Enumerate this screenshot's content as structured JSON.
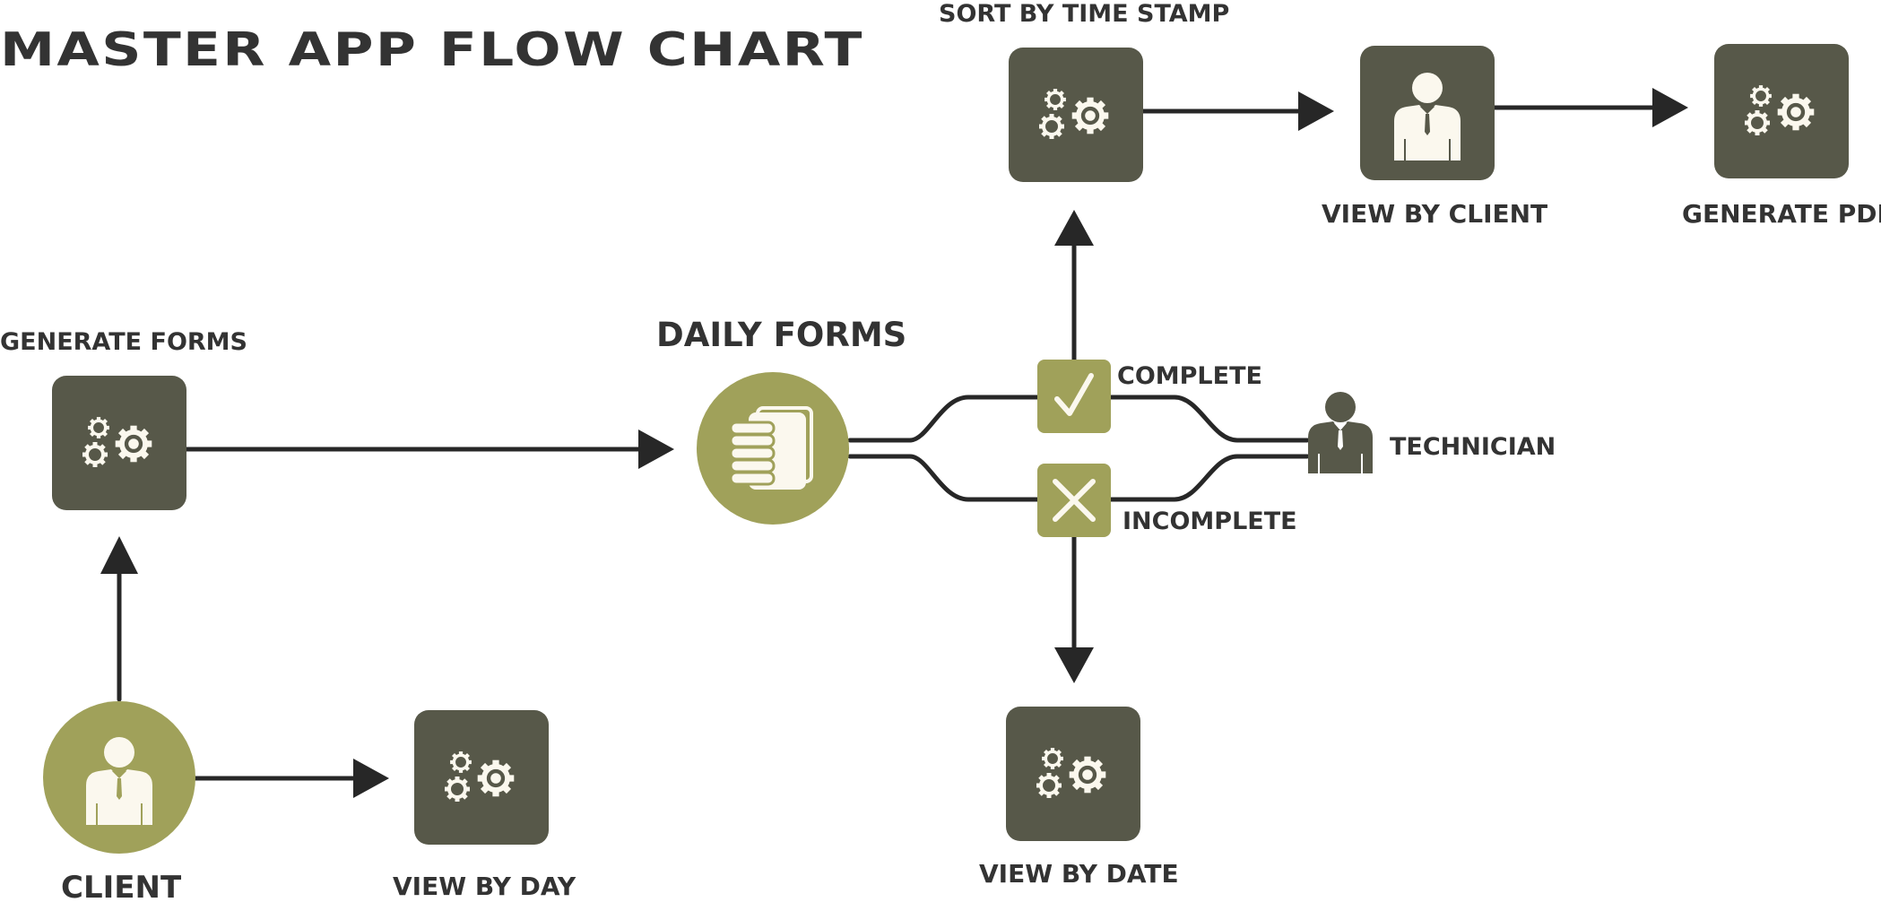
{
  "title": "MASTER APP FLOW CHART",
  "colors": {
    "box": "#575849",
    "accent": "#a0a15a",
    "line": "#272727",
    "text": "#333333",
    "icon": "#fbf8ee"
  },
  "nodes": {
    "sort_by_time_stamp": {
      "label": "SORT BY TIME STAMP",
      "icon": "gears-icon"
    },
    "view_by_client": {
      "label": "VIEW BY CLIENT",
      "icon": "person-icon"
    },
    "generate_pdf": {
      "label": "GENERATE PDF",
      "icon": "gears-icon"
    },
    "generate_forms": {
      "label": "GENERATE FORMS",
      "icon": "gears-icon"
    },
    "daily_forms": {
      "label": "DAILY FORMS",
      "icon": "documents-icon"
    },
    "complete": {
      "label": "COMPLETE",
      "icon": "checkmark-icon"
    },
    "incomplete": {
      "label": "INCOMPLETE",
      "icon": "cross-icon"
    },
    "technician": {
      "label": "TECHNICIAN",
      "icon": "person-icon"
    },
    "client": {
      "label": "CLIENT",
      "icon": "person-icon"
    },
    "view_by_day": {
      "label": "VIEW BY DAY",
      "icon": "gears-icon"
    },
    "view_by_date": {
      "label": "VIEW BY DATE",
      "icon": "gears-icon"
    }
  }
}
